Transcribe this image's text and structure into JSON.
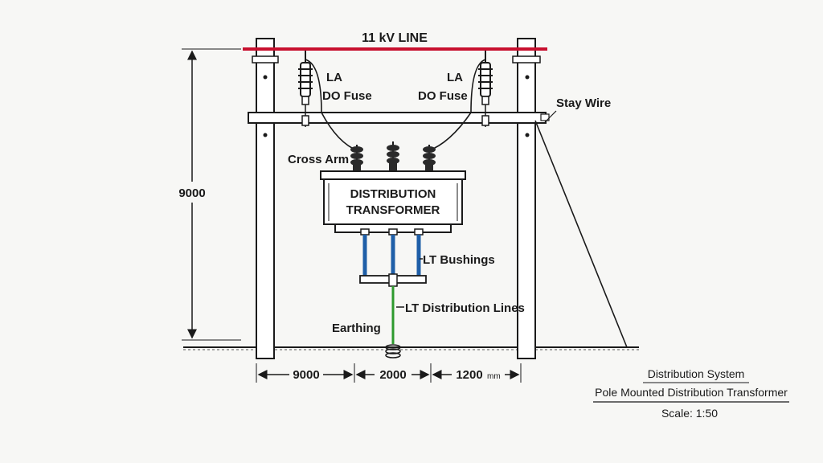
{
  "diagram": {
    "line_label": "11 kV LINE",
    "labels": {
      "la_left": "LA",
      "fuse_left": "DO Fuse",
      "la_right": "LA",
      "fuse_right": "DO Fuse",
      "stay_wire": "Stay Wire",
      "cross_arm": "Cross Arm",
      "transformer_line1": "DISTRIBUTION",
      "transformer_line2": "TRANSFORMER",
      "lt_bushings": "LT Bushings",
      "lt_lines": "LT Distribution Lines",
      "earthing": "Earthing"
    },
    "dimensions": {
      "height": "9000",
      "span_left": "9000",
      "span_mid": "2000",
      "span_right": "1200",
      "unit": "mm"
    },
    "title_block": {
      "line1": "Distribution System",
      "line2": "Pole Mounted Distribution Transformer",
      "line3": "Scale: 1:50"
    }
  },
  "colors": {
    "hv_line": "#c8102e",
    "lt_bushing": "#1f5fa8",
    "earth_wire": "#2e9a2e",
    "ink": "#1a1a1a"
  }
}
